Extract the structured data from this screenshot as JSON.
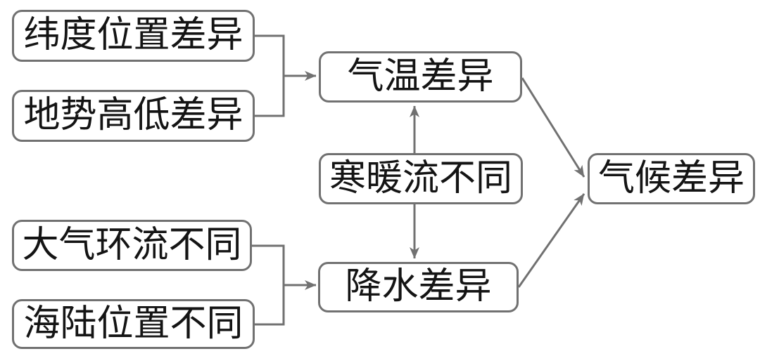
{
  "diagram": {
    "nodes": [
      {
        "id": "latitude",
        "label": "纬度位置差异"
      },
      {
        "id": "terrain",
        "label": "地势高低差异"
      },
      {
        "id": "temperature",
        "label": "气温差异"
      },
      {
        "id": "currents",
        "label": "寒暖流不同"
      },
      {
        "id": "circulation",
        "label": "大气环流不同"
      },
      {
        "id": "landsea",
        "label": "海陆位置不同"
      },
      {
        "id": "precipitation",
        "label": "降水差异"
      },
      {
        "id": "climate",
        "label": "气候差异"
      }
    ],
    "edges": [
      {
        "from": "latitude",
        "to": "temperature",
        "style": "merge-bracket-arrow"
      },
      {
        "from": "terrain",
        "to": "temperature",
        "style": "merge-bracket-arrow"
      },
      {
        "from": "currents",
        "to": "temperature",
        "style": "arrow-up"
      },
      {
        "from": "currents",
        "to": "precipitation",
        "style": "arrow-down"
      },
      {
        "from": "circulation",
        "to": "precipitation",
        "style": "merge-bracket-arrow"
      },
      {
        "from": "landsea",
        "to": "precipitation",
        "style": "merge-bracket-arrow"
      },
      {
        "from": "temperature",
        "to": "climate",
        "style": "diagonal-arrow"
      },
      {
        "from": "precipitation",
        "to": "climate",
        "style": "diagonal-arrow"
      }
    ],
    "colors": {
      "border": "#717171",
      "line": "#717171",
      "text": "#141414",
      "background": "#ffffff"
    }
  }
}
